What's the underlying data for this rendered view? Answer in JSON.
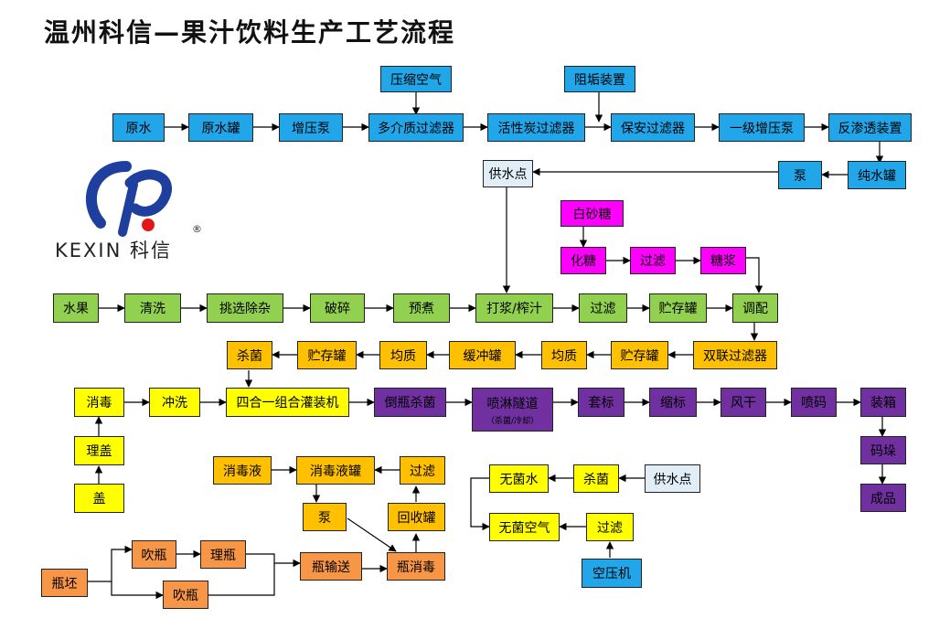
{
  "title": "温州科信—果汁饮料生产工艺流程",
  "logo": {
    "brand": "KEXIN 科信",
    "registered_mark": "®"
  },
  "nodes": {
    "yuanshui": "原水",
    "yuanshuiguan": "原水罐",
    "zengyabeng": "增压泵",
    "yasuokongqi": "压缩空气",
    "duojiezhi": "多介质过滤器",
    "huoxingtan": "活性炭过滤器",
    "zugou": "阻垢装置",
    "baoan": "保安过滤器",
    "yijizengya": "一级增压泵",
    "fanshentou": "反渗透装置",
    "chunshuiguan": "纯水罐",
    "beng1": "泵",
    "gongshuidian1": "供水点",
    "baishatang": "白砂糖",
    "huatang": "化糖",
    "guolv_tang": "过滤",
    "tangjiang": "糖浆",
    "shuiguo": "水果",
    "qingxi": "清洗",
    "tiaoxuan": "挑选除杂",
    "posui": "破碎",
    "yuzhu": "预煮",
    "dajiang": "打浆/榨汁",
    "guolv1": "过滤",
    "zhucun1": "贮存罐",
    "tiaopei": "调配",
    "shuanglian": "双联过滤器",
    "zhucun2": "贮存罐",
    "junzhi1": "均质",
    "huanchong": "缓冲罐",
    "junzhi2": "均质",
    "zhucun3": "贮存罐",
    "shajun1": "杀菌",
    "xiaodu1": "消毒",
    "chongxi": "冲洗",
    "sihe": "四合一组合灌装机",
    "daoping": "倒瓶杀菌",
    "penlin": "喷淋隧道",
    "penlin_sub": "（杀菌/冷却）",
    "taobiao": "套标",
    "suobiao": "缩标",
    "fenggan": "风干",
    "penma": "喷码",
    "zhuangxiang": "装箱",
    "maduo": "码垛",
    "chengpin": "成品",
    "ligai": "理盖",
    "gai": "盖",
    "xiaoduye": "消毒液",
    "xiaoduyeguan": "消毒液罐",
    "guolv_xd": "过滤",
    "beng2": "泵",
    "huishouguan": "回收罐",
    "wujunshui": "无菌水",
    "shajun2": "杀菌",
    "gongshuidian2": "供水点",
    "wujunkongqi": "无菌空气",
    "guolv_kq": "过滤",
    "kongyaji": "空压机",
    "pingpi": "瓶坯",
    "chuiping1": "吹瓶",
    "liping": "理瓶",
    "chuiping2": "吹瓶",
    "pingshusong": "瓶输送",
    "pingxiaodu": "瓶消毒"
  },
  "colors": {
    "blue": "#22a6ea",
    "light_blue": "#e1edf7",
    "green": "#92d050",
    "magenta": "#ff00ff",
    "orange": "#ffc000",
    "yellow": "#ffff00",
    "purple": "#7030a0",
    "salmon": "#f79646",
    "logo_blue": "#1f3f9f",
    "logo_red": "#e4161a"
  }
}
